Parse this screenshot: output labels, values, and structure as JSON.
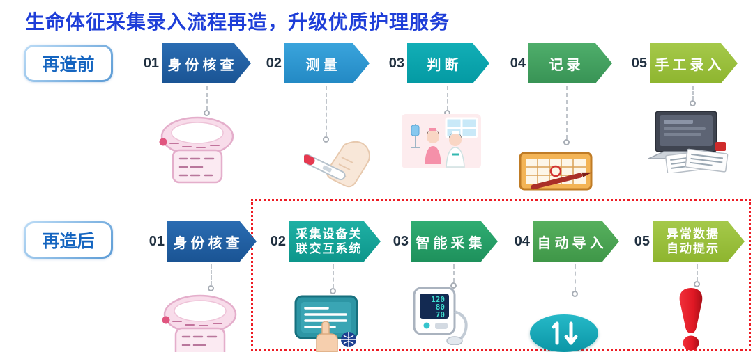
{
  "title": "生命体征采集录入流程再造，升级优质护理服务",
  "colors": {
    "title_blue": "#1e3ed8",
    "label_text_blue": "#1565c0",
    "label_border_blue": "#9cc6ec",
    "highlight_box_red": "#ed1c24",
    "before_step_colors": [
      "#1e5c9e",
      "#2d9ad3",
      "#0aa3ab",
      "#44a35f",
      "#9cc23c"
    ],
    "after_step_colors": [
      "#1e5c9e",
      "#16a79a",
      "#27a368",
      "#4fa653",
      "#9cc23c"
    ]
  },
  "before": {
    "label": "再造前",
    "steps": [
      {
        "num": "01",
        "label": "身份核查",
        "icon": "wristband-illustration"
      },
      {
        "num": "02",
        "label": "测量",
        "icon": "thermometer-hand-illustration"
      },
      {
        "num": "03",
        "label": "判断",
        "icon": "nurses-ward-illustration"
      },
      {
        "num": "04",
        "label": "记录",
        "icon": "register-book-pen-illustration"
      },
      {
        "num": "05",
        "label": "手工录入",
        "icon": "computer-documents-illustration"
      }
    ]
  },
  "after": {
    "label": "再造后",
    "steps": [
      {
        "num": "01",
        "label": "身份核查",
        "icon": "wristband-illustration"
      },
      {
        "num": "02",
        "label": "采集设备关联交互系统",
        "line1": "采集设备关",
        "line2": "联交互系统",
        "icon": "tablet-touch-illustration"
      },
      {
        "num": "03",
        "label": "智能采集",
        "icon": "bp-monitor-illustration"
      },
      {
        "num": "04",
        "label": "自动导入",
        "icon": "import-arrows-illustration"
      },
      {
        "num": "05",
        "label": "异常数据自动提示",
        "line1": "异常数据",
        "line2": "自动提示",
        "icon": "alert-exclamation-illustration"
      }
    ]
  },
  "bp_readings": [
    "120",
    "80",
    "70"
  ]
}
